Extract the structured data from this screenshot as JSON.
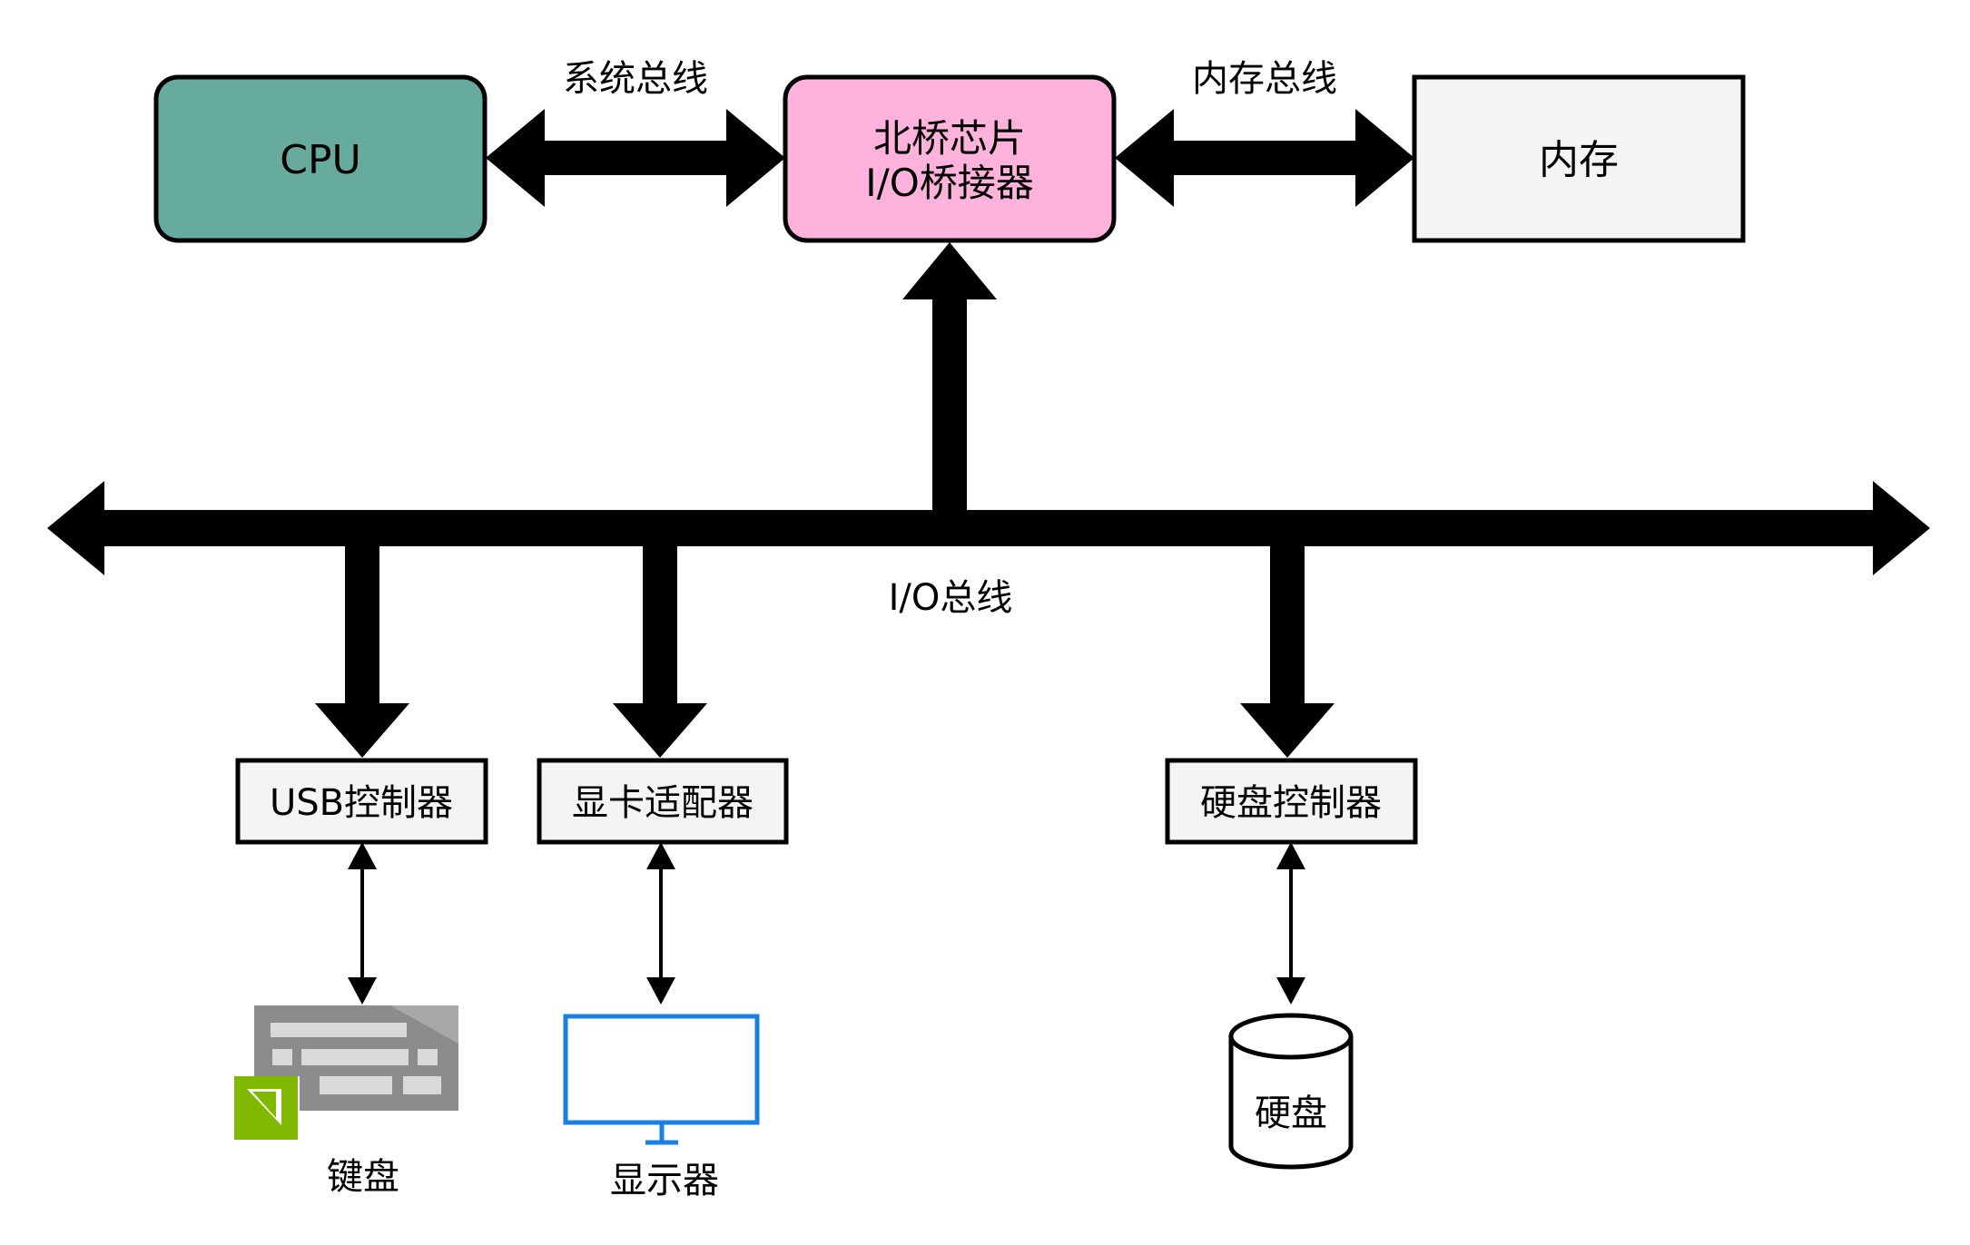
{
  "nodes": {
    "cpu": {
      "label": "CPU",
      "color": "#67ab9f"
    },
    "northbridge": {
      "line1": "北桥芯片",
      "line2": "I/O桥接器",
      "color": "#ffb3dc"
    },
    "memory": {
      "label": "内存",
      "color": "#f4f4f4"
    },
    "usb_controller": {
      "label": "USB控制器",
      "color": "#f4f4f4"
    },
    "gpu_adapter": {
      "label": "显卡适配器",
      "color": "#f4f4f4"
    },
    "disk_controller": {
      "label": "硬盘控制器",
      "color": "#f4f4f4"
    }
  },
  "buses": {
    "system_bus": "系统总线",
    "memory_bus": "内存总线",
    "io_bus": "I/O总线"
  },
  "devices": {
    "keyboard": {
      "label": "键盘",
      "icon": "keyboard-icon"
    },
    "monitor": {
      "label": "显示器",
      "icon": "monitor-icon",
      "color": "#1a7fe0"
    },
    "disk": {
      "label": "硬盘",
      "icon": "disk-cylinder-icon"
    }
  }
}
